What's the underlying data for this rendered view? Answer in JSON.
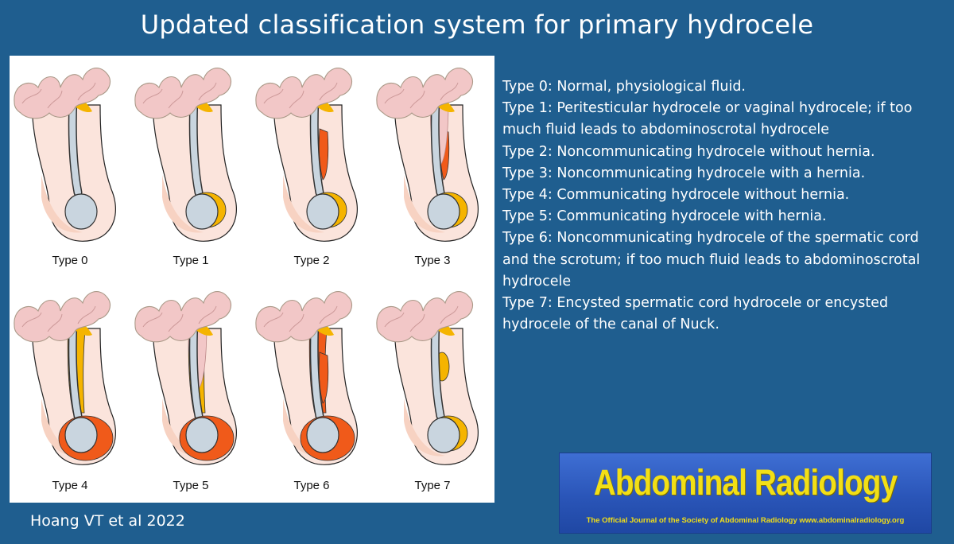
{
  "title": "Updated classification system for primary hydrocele",
  "figure": {
    "cells": [
      {
        "label": "Type 0"
      },
      {
        "label": "Type 1"
      },
      {
        "label": "Type 2"
      },
      {
        "label": "Type 3"
      },
      {
        "label": "Type 4"
      },
      {
        "label": "Type 5"
      },
      {
        "label": "Type 6"
      },
      {
        "label": "Type 7"
      }
    ]
  },
  "type_list": [
    "Type 0: Normal,  physiological fluid.",
    "Type 1: Peritesticular hydrocele or vaginal hydrocele; if too much fluid leads to abdominoscrotal hydrocele",
    "Type 2: Noncommunicating hydrocele without hernia.",
    "Type 3: Noncommunicating hydrocele with a hernia.",
    "Type 4: Communicating hydrocele without hernia.",
    "Type 5: Communicating hydrocele with hernia.",
    "Type 6: Noncommunicating hydrocele of the spermatic cord and the scrotum; if too much fluid leads to abdominoscrotal hydrocele",
    "Type 7: Encysted spermatic cord hydrocele or encysted hydrocele of the canal of Nuck."
  ],
  "citation": "Hoang VT et al 2022",
  "journal_logo": {
    "name": "Abdominal Radiology",
    "tagline": "The Official Journal of the Society of Abdominal Radiology www.abdominalradiology.org"
  },
  "colors": {
    "background": "#1f5e8f",
    "fluid_orange": "#f05a1a",
    "fluid_yellow": "#f5b400",
    "bowel_pink": "#f2c7c7",
    "testis_gray": "#c9d5df",
    "logo_text": "#f2df16"
  }
}
